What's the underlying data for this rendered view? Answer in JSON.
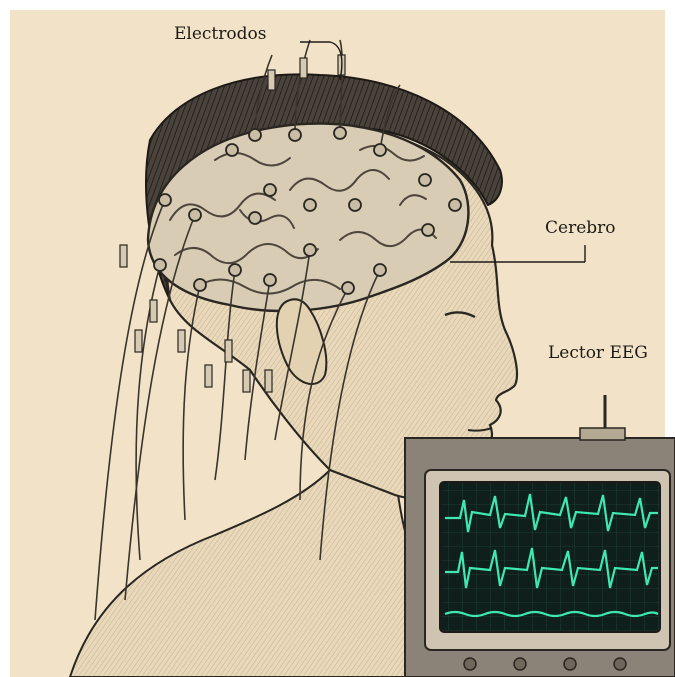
{
  "labels": {
    "electrodes": "Electrodos",
    "brain": "Cerebro",
    "reader": "Lector EEG"
  },
  "colors": {
    "paper": "#f2e3c8",
    "ink": "#2a2621",
    "brain": "#d8ccb4",
    "screen_bg": "#0e1f1c",
    "trace": "#3fe8b0",
    "monitor_body": "#8b8378"
  },
  "icons": [
    "electrode-icon",
    "eeg-wave-trace"
  ]
}
